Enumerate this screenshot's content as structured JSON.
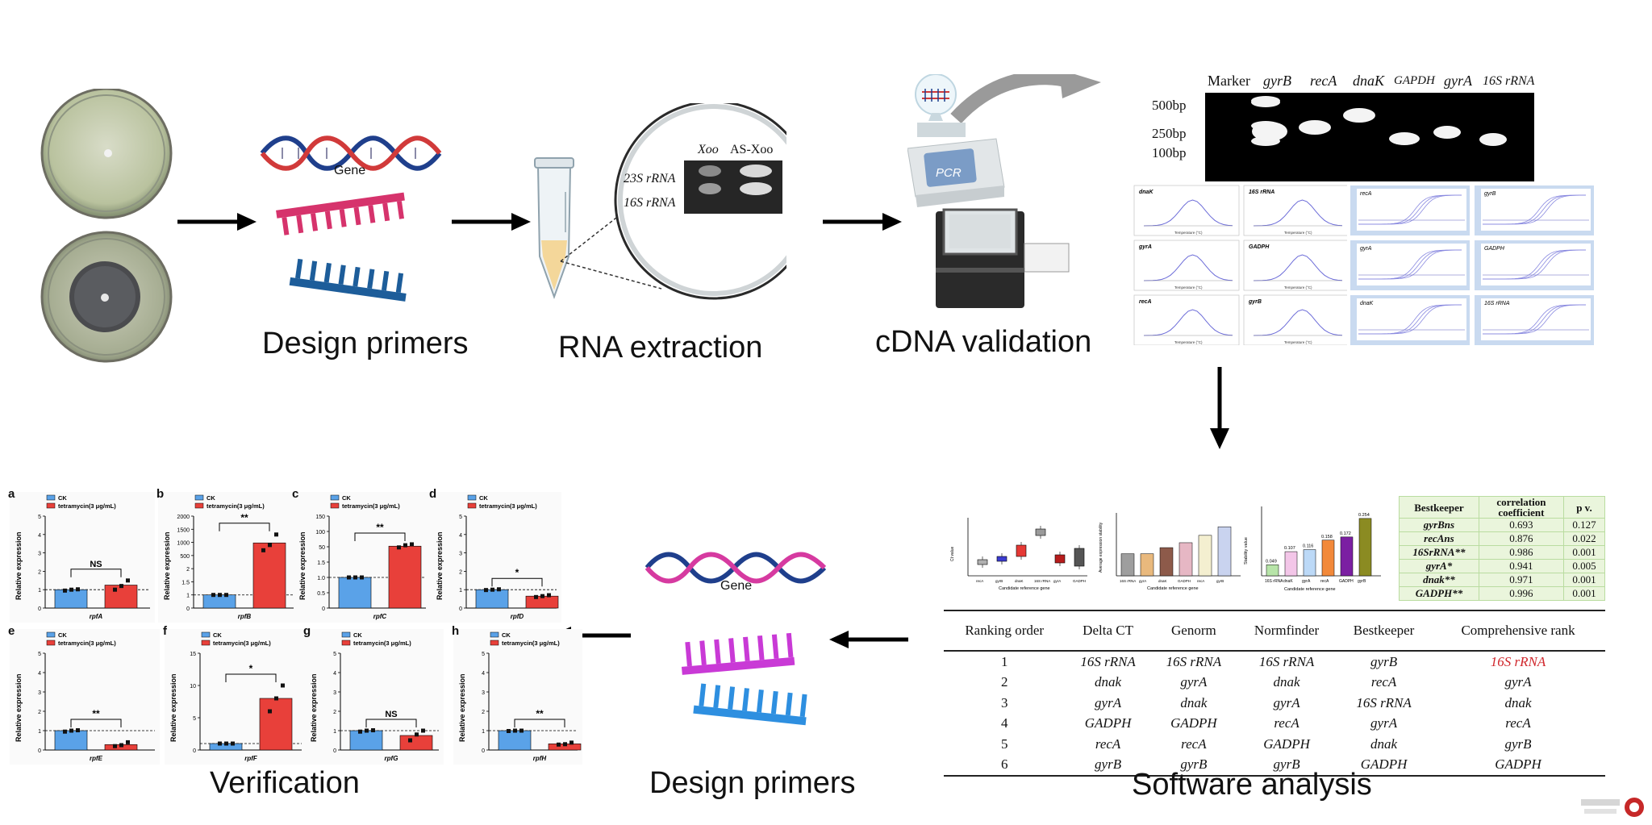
{
  "stages": {
    "design_primers_top": "Design primers",
    "rna_extraction": "RNA extraction",
    "cdna_validation": "cDNA validation",
    "software_analysis": "Software analysis",
    "design_primers_bottom": "Design primers",
    "verification": "Verification"
  },
  "gene_label": "Gene",
  "gel_small": {
    "col1": "Xoo",
    "col2": "AS-Xoo",
    "row1": "23S rRNA",
    "row2": "16S rRNA"
  },
  "pcr_label": "PCR",
  "gel_large": {
    "marker": "Marker",
    "lanes": [
      "gyrB",
      "recA",
      "dnaK",
      "GAPDH",
      "gyrA",
      "16S rRNA"
    ],
    "sizes": [
      "500bp",
      "250bp",
      "100bp"
    ]
  },
  "melt_curves": {
    "titles": [
      "dnaK",
      "16S rRNA",
      "gyrA",
      "GADPH",
      "recA",
      "gyrB"
    ],
    "xlabel": "Temperature (°C)"
  },
  "amp_curves": {
    "titles": [
      "recA",
      "gyrB",
      "gyrA",
      "GADPH",
      "dnaK",
      "16S rRNA"
    ]
  },
  "boxplot": {
    "ylabel": "Ct value",
    "xlabel": "Candidate reference gene",
    "categories": [
      "recA",
      "gyrB",
      "dnaK",
      "16S rRNA",
      "gyrA",
      "GADPH"
    ]
  },
  "genorm": {
    "ylabel": "Average expression stability",
    "xlabel": "Candidate reference gene",
    "categories": [
      "16S rRNA",
      "gyrA",
      "dnaK",
      "GADPH",
      "recA",
      "gyrB"
    ]
  },
  "normfinder": {
    "ylabel": "Stability value",
    "xlabel": "Candidate reference gene",
    "categories": [
      "16S rRNA",
      "dnaK",
      "gyrA",
      "recA",
      "GADPH",
      "gyrB"
    ],
    "labels": [
      "0.049",
      "0.107",
      "0.116",
      "0.158",
      "0.172",
      "0.254"
    ]
  },
  "bestkeeper": {
    "headers": [
      "Bestkeeper",
      "correlation coefficient",
      "p v."
    ],
    "rows": [
      [
        "gyrBns",
        "0.693",
        "0.127"
      ],
      [
        "recAns",
        "0.876",
        "0.022"
      ],
      [
        "16SrRNA**",
        "0.986",
        "0.001"
      ],
      [
        "gyrA*",
        "0.941",
        "0.005"
      ],
      [
        "dnak**",
        "0.971",
        "0.001"
      ],
      [
        "GADPH**",
        "0.996",
        "0.001"
      ]
    ]
  },
  "ranking": {
    "headers": [
      "Ranking order",
      "Delta CT",
      "Genorm",
      "Normfinder",
      "Bestkeeper",
      "Comprehensive rank"
    ],
    "rows": [
      [
        "1",
        "16S rRNA",
        "16S rRNA",
        "16S rRNA",
        "gyrB",
        "16S rRNA"
      ],
      [
        "2",
        "dnak",
        "gyrA",
        "dnak",
        "recA",
        "gyrA"
      ],
      [
        "3",
        "gyrA",
        "dnak",
        "gyrA",
        "16S rRNA",
        "dnak"
      ],
      [
        "4",
        "GADPH",
        "GADPH",
        "recA",
        "gyrA",
        "recA"
      ],
      [
        "5",
        "recA",
        "recA",
        "GADPH",
        "dnak",
        "gyrB"
      ],
      [
        "6",
        "gyrB",
        "gyrB",
        "gyrB",
        "GADPH",
        "GADPH"
      ]
    ],
    "highlight_color": "#d0262b"
  },
  "legend": {
    "ck": "CK",
    "treat": "tetramycin(3 μg/mL)"
  },
  "ylabel_expr": "Relative expression",
  "colors": {
    "ck": "#5aa2e8",
    "treat": "#e8403a"
  },
  "panels": [
    {
      "letter": "a",
      "gene": "rpfA",
      "ck": 1.0,
      "treat": 1.25,
      "sig": "NS",
      "ticks": [
        "0",
        "1",
        "2",
        "3",
        "4",
        "5"
      ],
      "ck_pts": [
        0.95,
        1.0,
        1.02
      ],
      "tr_pts": [
        1.0,
        1.2,
        1.5
      ]
    },
    {
      "letter": "b",
      "gene": "rpfB",
      "ck": 1.0,
      "treat": 980,
      "sig": "**",
      "ticks": [
        "0",
        "1",
        "1.5",
        "2",
        "500",
        "1000",
        "1500",
        "2000"
      ],
      "ck_pts": [
        1.0,
        1.0,
        1.0
      ],
      "tr_pts": [
        700,
        900,
        1300
      ]
    },
    {
      "letter": "c",
      "gene": "rpfC",
      "ck": 1.0,
      "treat": 52,
      "sig": "**",
      "ticks": [
        "0",
        "0.5",
        "1.0",
        "1.5",
        "50",
        "100",
        "150"
      ],
      "ck_pts": [
        1.0,
        1.0,
        1.0
      ],
      "tr_pts": [
        48,
        55,
        58
      ]
    },
    {
      "letter": "d",
      "gene": "rpfD",
      "ck": 1.0,
      "treat": 0.65,
      "sig": "*",
      "ticks": [
        "0",
        "1",
        "2",
        "3",
        "4",
        "5"
      ],
      "ck_pts": [
        0.98,
        1.0,
        1.02
      ],
      "tr_pts": [
        0.6,
        0.65,
        0.7
      ]
    },
    {
      "letter": "e",
      "gene": "rpfE",
      "ck": 1.0,
      "treat": 0.28,
      "sig": "**",
      "ticks": [
        "0",
        "1",
        "2",
        "3",
        "4",
        "5"
      ],
      "ck_pts": [
        0.95,
        1.0,
        1.02
      ],
      "tr_pts": [
        0.2,
        0.25,
        0.4
      ]
    },
    {
      "letter": "f",
      "gene": "rpfF",
      "ck": 1.0,
      "treat": 8.0,
      "sig": "*",
      "ticks": [
        "0",
        "5",
        "10",
        "15"
      ],
      "ck_pts": [
        1.0,
        1.0,
        1.0
      ],
      "tr_pts": [
        6.0,
        8.0,
        10.0
      ]
    },
    {
      "letter": "g",
      "gene": "rpfG",
      "ck": 1.0,
      "treat": 0.75,
      "sig": "NS",
      "ticks": [
        "0",
        "1",
        "2",
        "3",
        "4",
        "5"
      ],
      "ck_pts": [
        0.95,
        1.0,
        1.02
      ],
      "tr_pts": [
        0.5,
        0.8,
        1.0
      ]
    },
    {
      "letter": "h",
      "gene": "rpfH",
      "ck": 1.0,
      "treat": 0.32,
      "sig": "**",
      "ticks": [
        "0",
        "1",
        "2",
        "3",
        "4",
        "5"
      ],
      "ck_pts": [
        0.98,
        1.0,
        1.0
      ],
      "tr_pts": [
        0.28,
        0.3,
        0.38
      ]
    }
  ]
}
